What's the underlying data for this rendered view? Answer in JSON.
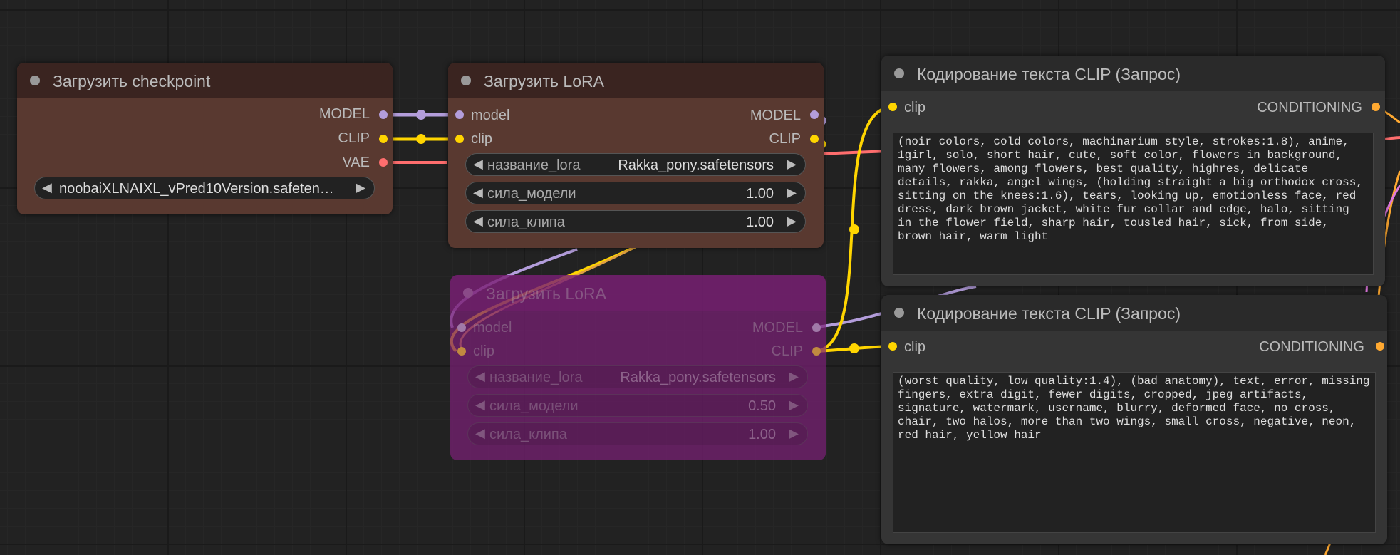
{
  "colors": {
    "model_link": "#b39ddb",
    "clip_link": "#ffd500",
    "vae_link": "#ff6e6e",
    "conditioning": "#ffa931",
    "bypass": "#7a2076"
  },
  "nodes": {
    "checkpoint": {
      "title": "Загрузить checkpoint",
      "outputs": {
        "model": "MODEL",
        "clip": "CLIP",
        "vae": "VAE"
      },
      "ckpt_name": "noobaiXLNAIXL_vPred10Version.safeten…"
    },
    "lora1": {
      "title": "Загрузить LoRA",
      "inputs": {
        "model": "model",
        "clip": "clip"
      },
      "outputs": {
        "model": "MODEL",
        "clip": "CLIP"
      },
      "lora_name_label": "название_lora",
      "lora_name": "Rakka_pony.safetensors",
      "strength_model_label": "сила_модели",
      "strength_model": "1.00",
      "strength_clip_label": "сила_клипа",
      "strength_clip": "1.00"
    },
    "lora2": {
      "title": "Загрузить LoRA",
      "mode": "bypassed",
      "inputs": {
        "model": "model",
        "clip": "clip"
      },
      "outputs": {
        "model": "MODEL",
        "clip": "CLIP"
      },
      "lora_name_label": "название_lora",
      "lora_name": "Rakka_pony.safetensors",
      "strength_model_label": "сила_модели",
      "strength_model": "0.50",
      "strength_clip_label": "сила_клипа",
      "strength_clip": "1.00"
    },
    "clip_positive": {
      "title": "Кодирование текста CLIP (Запрос)",
      "input": "clip",
      "output": "CONDITIONING",
      "text": "(noir colors, cold colors, machinarium style, strokes:1.8), anime, 1girl, solo, short hair, cute, soft color, flowers in background, many flowers, among flowers, best quality, highres, delicate details, rakka, angel wings, (holding straight a big orthodox cross, sitting on the knees:1.6), tears, looking up, emotionless face, red dress, dark brown jacket, white fur collar and edge, halo, sitting in the flower field, sharp hair, tousled hair, sick, from side, brown hair, warm light"
    },
    "clip_negative": {
      "title": "Кодирование текста CLIP (Запрос)",
      "input": "clip",
      "output": "CONDITIONING",
      "text": "(worst quality, low quality:1.4), (bad anatomy), text, error, missing fingers, extra digit, fewer digits, cropped, jpeg artifacts, signature, watermark, username, blurry, deformed face, no cross, chair, two halos, more than two wings, small cross, negative, neon, red hair, yellow hair"
    }
  }
}
